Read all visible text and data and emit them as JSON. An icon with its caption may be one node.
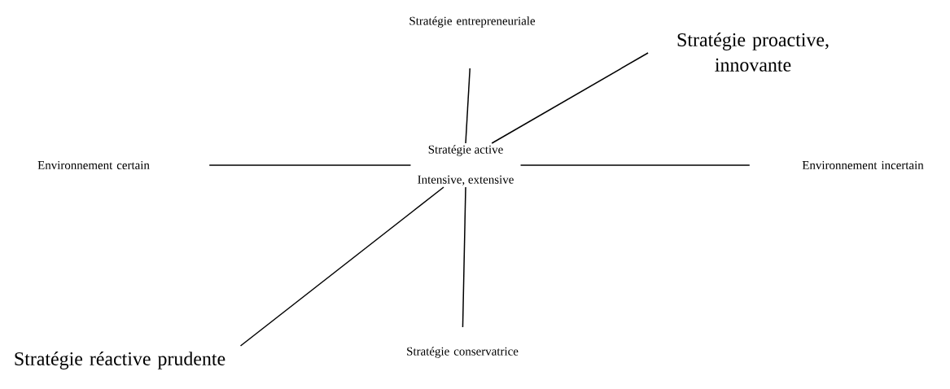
{
  "diagram": {
    "nodes": [
      {
        "text": [
          "Stratégie active",
          "Intensive, extensive"
        ]
      },
      {
        "text": [
          "Stratégie entrepreneuriale"
        ]
      },
      {
        "text": [
          "Stratégie proactive, innovante"
        ]
      },
      {
        "text": [
          "Environnement certain"
        ]
      },
      {
        "text": [
          "Environnement incertain"
        ]
      },
      {
        "text": [
          "Stratégie réactive prudente"
        ]
      },
      {
        "text": [
          "Stratégie conservatrice"
        ]
      }
    ],
    "edges": [
      {
        "from": 0,
        "to": 1,
        "arrow": "none"
      },
      {
        "from": 0,
        "to": 2,
        "arrow": "none"
      },
      {
        "from": 0,
        "to": 3,
        "arrow": "none"
      },
      {
        "from": 0,
        "to": 4,
        "arrow": "none"
      },
      {
        "from": 0,
        "to": 5,
        "arrow": "none"
      },
      {
        "from": 0,
        "to": 6,
        "arrow": "none"
      }
    ]
  }
}
